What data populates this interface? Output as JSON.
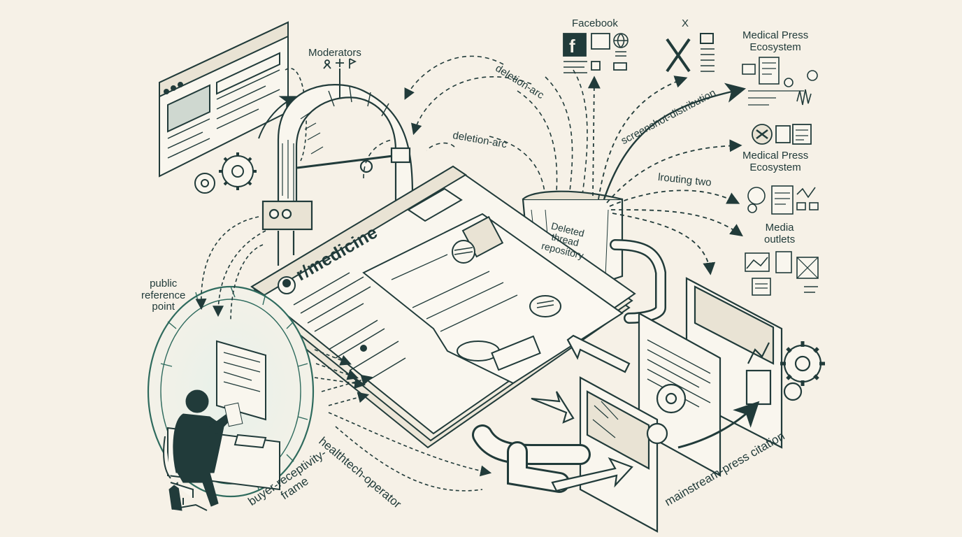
{
  "labels": {
    "moderators": "Moderators",
    "facebook": "Facebook",
    "x": "X",
    "medical_press_top": "Medical Press\nEcosystem",
    "medical_press_mid": "Medical Press\nEcosystem",
    "media_outlets": "Media\noutlets",
    "deletion_arc_top": "deletion-arc",
    "deletion_arc_mid": "deletion-arc",
    "screenshot_distribution": "screenshot-distribution",
    "routing_two": "lrouting two",
    "deleted_thread_repository": "Deleted\nthread\nrepository",
    "public_reference_point": "public\nreference\npoint",
    "subreddit": "r/medicine",
    "healthtech_operator": "healthtech-operator",
    "buyer_receptivity_frame": "buyer-receptivity-\nframe",
    "mainstream_press_citation": "mainstream-press citation"
  },
  "colors": {
    "ink": "#213b3a",
    "teal": "#2f6b5e",
    "paper": "#f6f1e7",
    "green_glow": "#5aa67f"
  },
  "icons": [
    "moderator-icons",
    "facebook-icon",
    "x-icon",
    "globe-icon",
    "gear-icon",
    "chart-icon",
    "stamp-icon"
  ]
}
